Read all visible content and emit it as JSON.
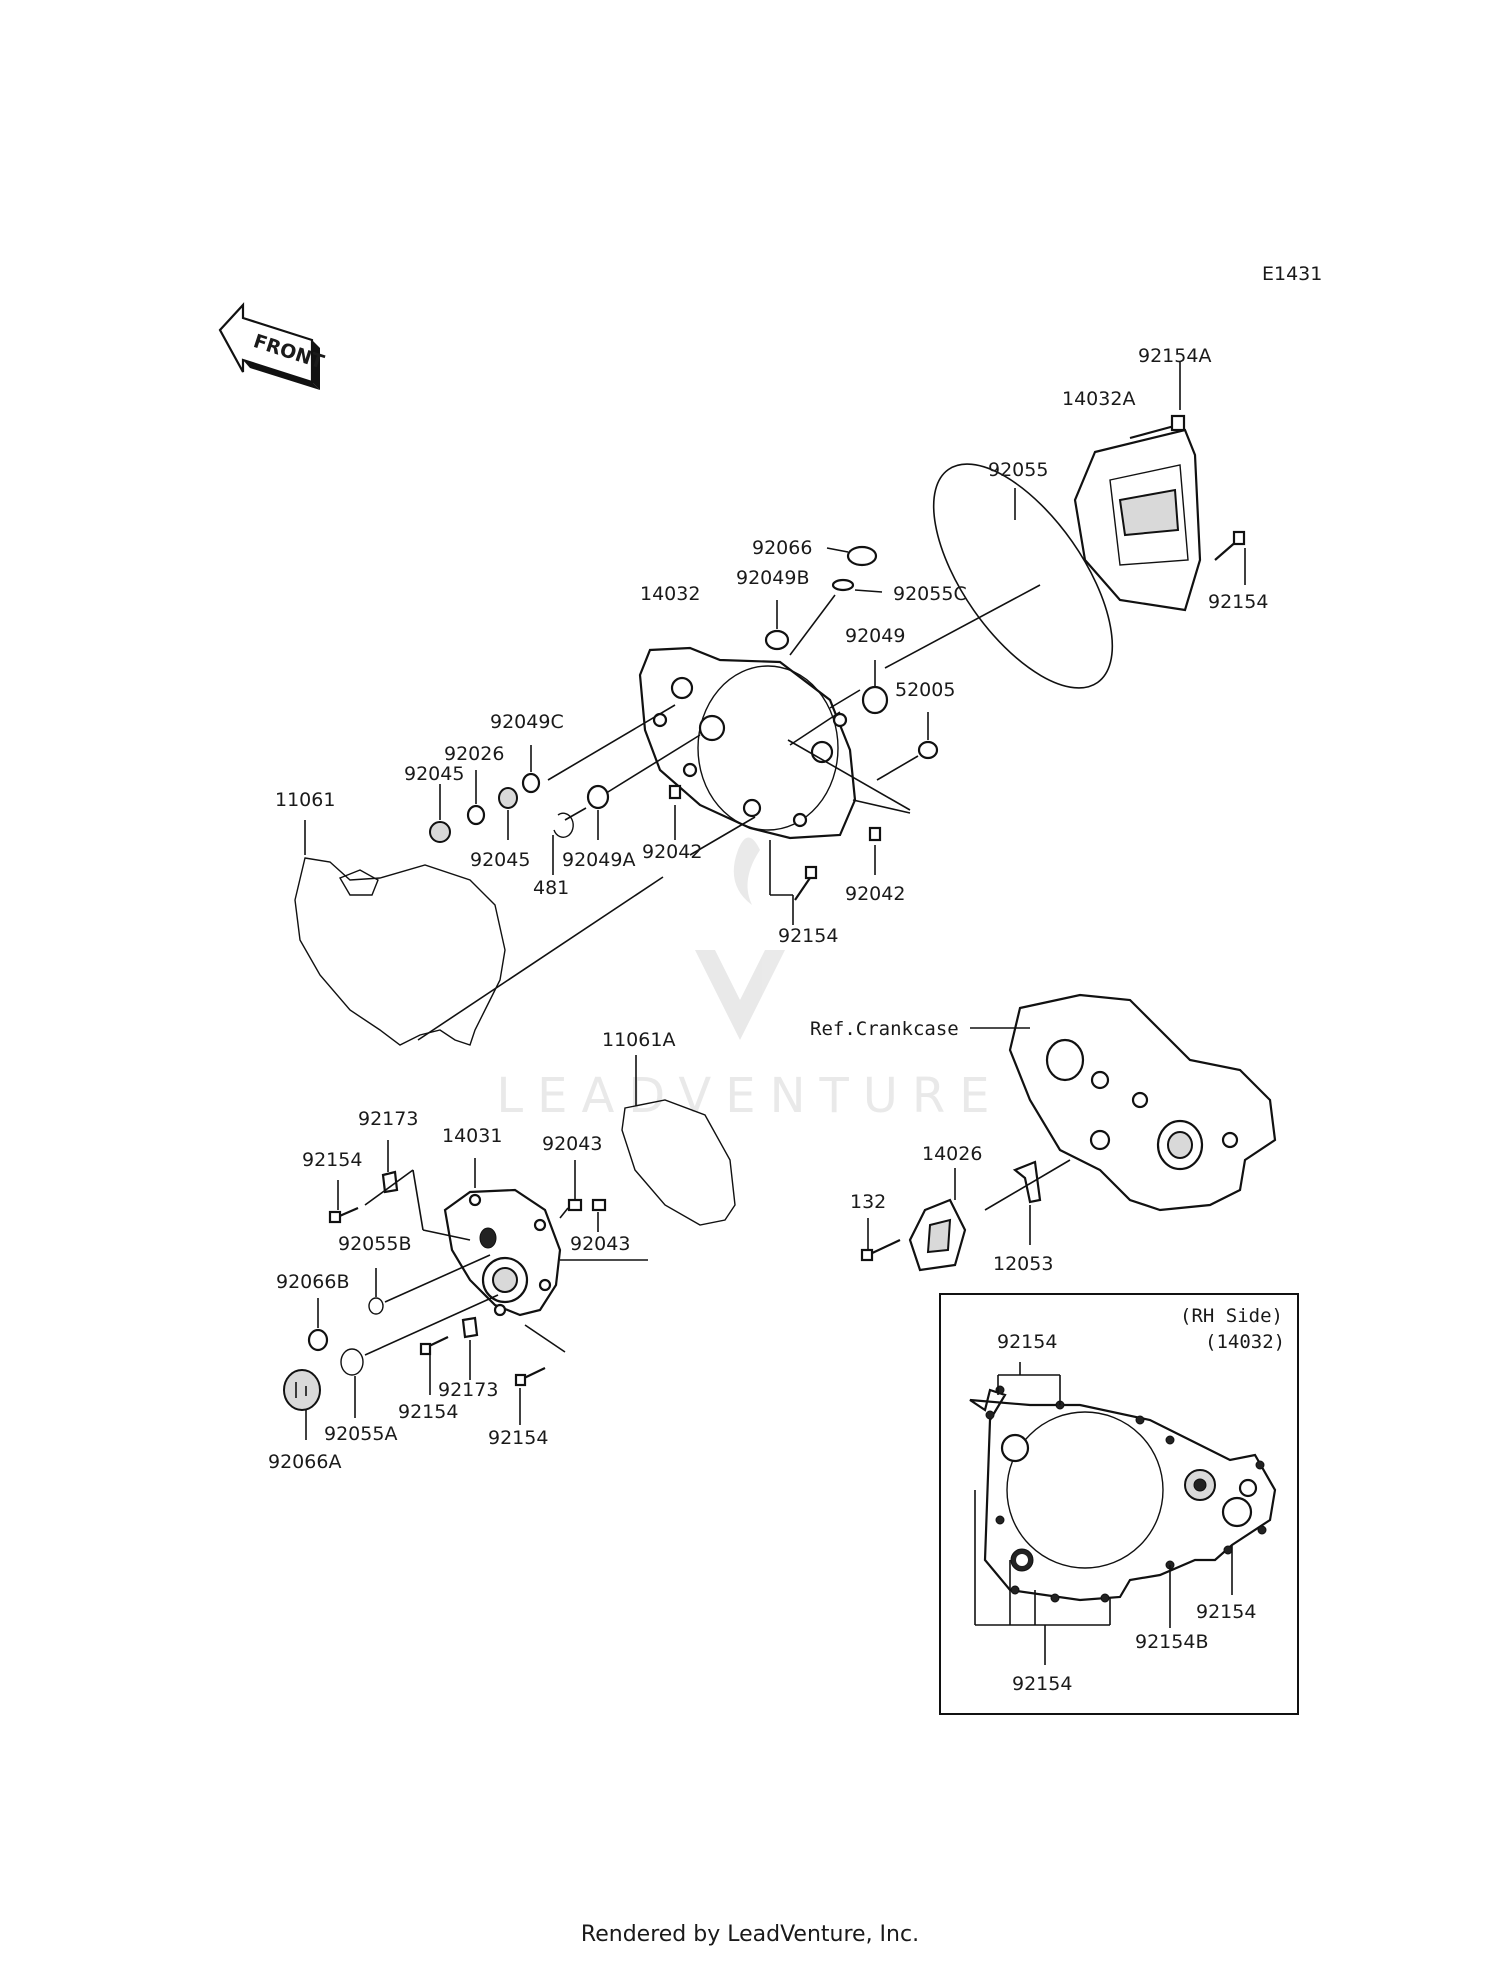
{
  "diagram_code": "E1431",
  "front_label": "FRONT",
  "footer": "Rendered by LeadVenture, Inc.",
  "watermark": "LEADVENTURE",
  "ref_crankcase": "Ref.Crankcase",
  "rh_side": {
    "line1": "(RH Side)",
    "line2": "(14032)"
  },
  "labels": {
    "p92154A": "92154A",
    "p14032A": "14032A",
    "p92055": "92055",
    "p92154_tr": "92154",
    "p92066": "92066",
    "p92049B": "92049B",
    "p92055C": "92055C",
    "p14032": "14032",
    "p92049": "92049",
    "p52005": "52005",
    "p92049C": "92049C",
    "p92026": "92026",
    "p92045_a": "92045",
    "p92045_b": "92045",
    "p11061": "11061",
    "p481": "481",
    "p92049A": "92049A",
    "p92042_a": "92042",
    "p92042_b": "92042",
    "p92154_mid": "92154",
    "p11061A": "11061A",
    "p92173_a": "92173",
    "p14031": "14031",
    "p92043_a": "92043",
    "p92043_b": "92043",
    "p92154_l": "92154",
    "p92055B": "92055B",
    "p92066B": "92066B",
    "p92173_b": "92173",
    "p92154_b1": "92154",
    "p92154_b2": "92154",
    "p92055A": "92055A",
    "p92066A": "92066A",
    "p14026": "14026",
    "p132": "132",
    "p12053": "12053",
    "p92154_i1": "92154",
    "p92154_i2": "92154",
    "p92154B": "92154B",
    "p92154_i3": "92154"
  }
}
